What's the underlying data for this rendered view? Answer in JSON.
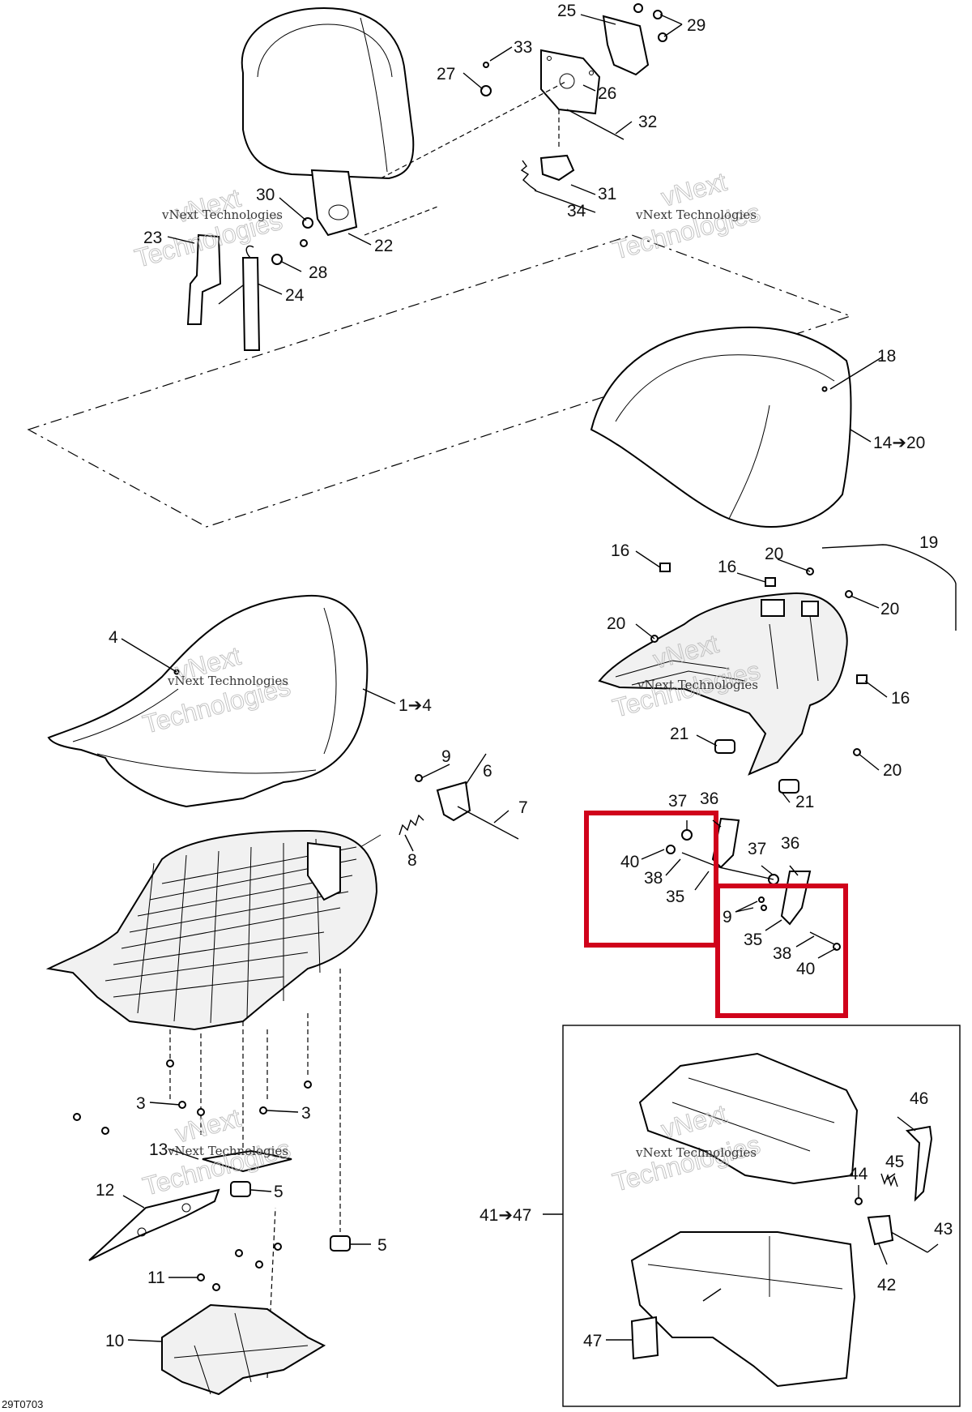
{
  "watermark": {
    "small_text": "vNext Technologies",
    "big_text_1": "vNext",
    "big_text_2": "Technologies"
  },
  "diagram_code": "29T0703",
  "colors": {
    "highlight": "#d0021b",
    "line": "#000000",
    "watermark": "#bdbdbd"
  },
  "labels": {
    "l25": "25",
    "l29": "29",
    "l33": "33",
    "l27": "27",
    "l26": "26",
    "l32": "32",
    "l31": "31",
    "l34": "34",
    "l30": "30",
    "l22": "22",
    "l23": "23",
    "l28": "28",
    "l24": "24",
    "l18": "18",
    "l14_20": "14➔20",
    "l16a": "16",
    "l16b": "16",
    "l16c": "16",
    "l20a": "20",
    "l20b": "20",
    "l20c": "20",
    "l20d": "20",
    "l19": "19",
    "l21a": "21",
    "l21b": "21",
    "l4": "4",
    "l1_4": "1➔4",
    "l9a": "9",
    "l6": "6",
    "l7": "7",
    "l8": "8",
    "l37a": "37",
    "l36a": "36",
    "l40a": "40",
    "l38a": "38",
    "l35a": "35",
    "l37b": "37",
    "l36b": "36",
    "l9b": "9",
    "l35b": "35",
    "l38b": "38",
    "l40b": "40",
    "l3a": "3",
    "l3b": "3",
    "l13": "13",
    "l12": "12",
    "l5a": "5",
    "l5b": "5",
    "l11": "11",
    "l10": "10",
    "l46": "46",
    "l45": "45",
    "l44": "44",
    "l43": "43",
    "l41_47": "41➔47",
    "l42": "42",
    "l47": "47"
  }
}
